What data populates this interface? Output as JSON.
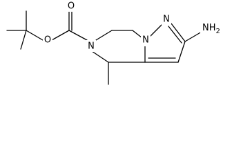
{
  "molecule": {
    "atom_labels": {
      "ester_oxygen": "O",
      "carbonyl_oxygen": "O",
      "ring_nitrogen_left": "N",
      "ring_nitrogen_right": "N",
      "pyrazole_nitrogen_top": "N",
      "amine": "NH",
      "amine_subscript": "2"
    }
  }
}
